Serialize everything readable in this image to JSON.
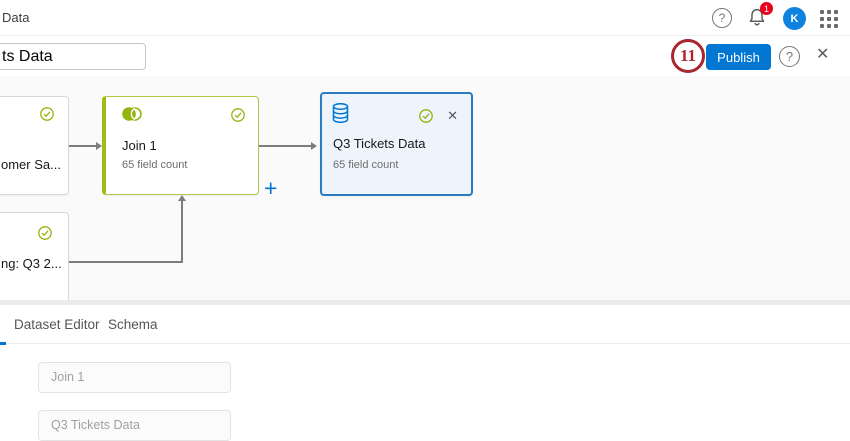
{
  "topbar": {
    "breadcrumb": "Data",
    "help_glyph": "?",
    "notification_count": "1",
    "avatar_initial": "K"
  },
  "toolbar": {
    "name_input_value": "ts Data",
    "annotation_number": "11",
    "publish_label": "Publish",
    "help_glyph": "?",
    "close_glyph": "✕"
  },
  "canvas": {
    "add_label": "+",
    "nodes": {
      "customer": {
        "title": "omer Sa..."
      },
      "join": {
        "title": "Join 1",
        "subtitle": "65 field count"
      },
      "output": {
        "title": "Q3 Tickets Data",
        "subtitle": "65 field count",
        "close_glyph": "✕"
      },
      "input2": {
        "title": "ng: Q3 2..."
      }
    }
  },
  "panel": {
    "tabs": [
      {
        "label": "Dataset Editor"
      },
      {
        "label": "Schema"
      }
    ],
    "fields": [
      {
        "value": "Join 1"
      },
      {
        "value": "Q3 Tickets Data"
      }
    ]
  },
  "colors": {
    "accent_blue": "#0176d3",
    "node_green": "#94b40e",
    "selected_border_blue": "#2b7bbf",
    "annotation_red": "#a8262c",
    "badge_red": "#ea001e"
  }
}
